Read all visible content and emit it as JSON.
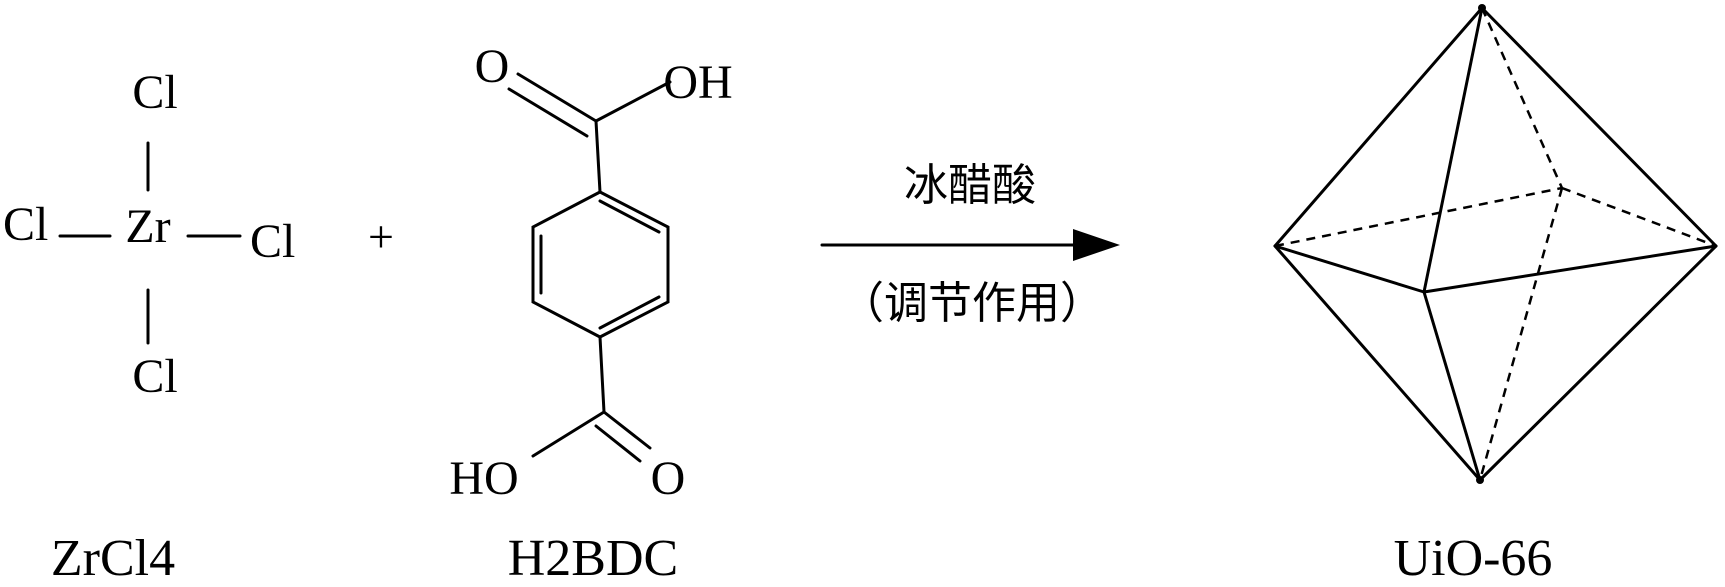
{
  "zrcl4": {
    "zr": "Zr",
    "cl_top": "Cl",
    "cl_left": "Cl",
    "cl_right": "Cl",
    "cl_bottom": "Cl",
    "name": "ZrCl4"
  },
  "plus": "+",
  "h2bdc": {
    "o_top": "O",
    "oh_top": "OH",
    "ho_bottom": "HO",
    "o_bottom": "O",
    "name": "H2BDC"
  },
  "reaction": {
    "reagent": "冰醋酸",
    "role": "（调节作用）"
  },
  "product": {
    "name": "UiO-66"
  }
}
